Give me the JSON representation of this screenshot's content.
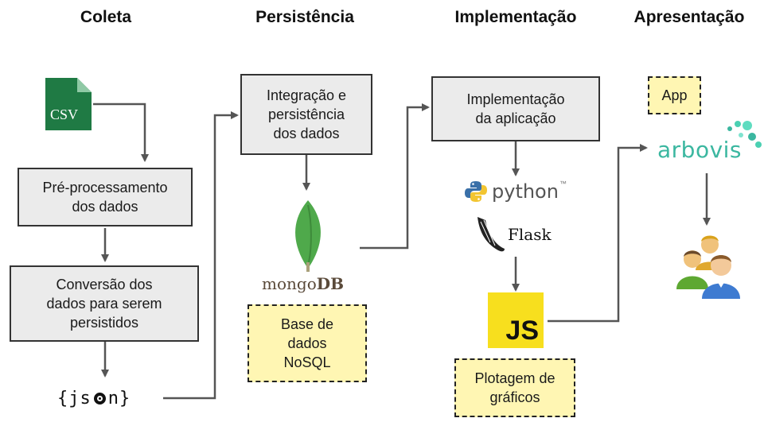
{
  "headers": {
    "coleta": "Coleta",
    "persistencia": "Persistência",
    "implementacao": "Implementação",
    "apresentacao": "Apresentação"
  },
  "nodes": {
    "preprocessamento": "Pré-processamento\ndos dados",
    "conversao": "Conversão dos\ndados para serem\npersistidos",
    "integracao": "Integração e\npersistência\ndos dados",
    "implementacao_app": "Implementação\nda aplicação"
  },
  "notes": {
    "base_dados": "Base de\ndados\nNoSQL",
    "plotagem": "Plotagem de\ngráficos",
    "app": "App"
  },
  "logos": {
    "csv": "CSV",
    "json_left": "{js",
    "json_right": "n}",
    "mongo_a": "mongo",
    "mongo_b": "DB",
    "python": "python",
    "python_tm": "™",
    "flask": "Flask",
    "js": "JS",
    "arbovis": "arbovis"
  },
  "colors": {
    "box_fill": "#ebebeb",
    "note_fill": "#fff6b3",
    "arrow": "#555555",
    "csv_green": "#1f7a44",
    "mongo_green": "#4fa94b",
    "js_yellow": "#f7df1e",
    "arbovis_teal": "#3bb7a0"
  },
  "icons": [
    "csv-file-icon",
    "json-logo",
    "mongodb-leaf-icon",
    "python-logo-icon",
    "flask-horn-icon",
    "javascript-logo",
    "arbovis-dots-icon",
    "users-group-icon"
  ]
}
